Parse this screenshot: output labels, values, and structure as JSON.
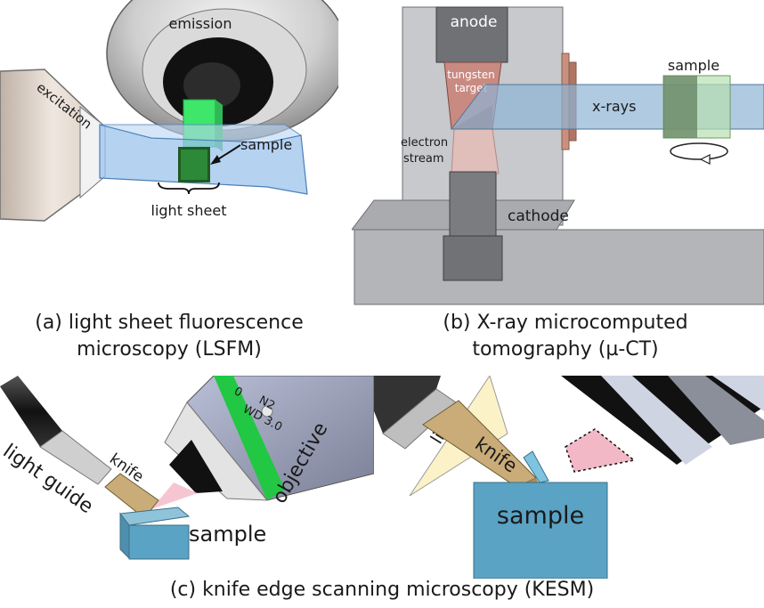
{
  "panel_a": {
    "emission": "emission",
    "excitation": "excitation",
    "sample": "sample",
    "light_sheet": "light sheet",
    "caption_line1": "(a) light sheet fluorescence",
    "caption_line2": "microscopy (LSFM)"
  },
  "panel_b": {
    "anode": "anode",
    "tungsten_target_line1": "tungsten",
    "tungsten_target_line2": "target",
    "electron_stream_line1": "electron",
    "electron_stream_line2": "stream",
    "cathode": "cathode",
    "xrays": "x-rays",
    "sample": "sample",
    "caption_line1": "(b) X-ray microcomputed",
    "caption_line2": "tomography (µ-CT)"
  },
  "panel_c": {
    "light_guide": "light guide",
    "knife_left": "knife",
    "sample_left": "sample",
    "objective": "objective",
    "objective_marking_1": "N2",
    "objective_marking_2": "WD 3.0",
    "objective_marking_3": "0",
    "light_right": "light",
    "knife_right": "knife",
    "sample_right": "sample",
    "caption": "(c) knife edge scanning microscopy (KESM)"
  },
  "colors": {
    "light_sheet_blue": "#9cc3ec",
    "emission_green": "#3ee66a",
    "tungsten_red": "#c98a82",
    "xray_blue": "#8fb4d6",
    "sample_blue": "#5aa3c4",
    "objective_stripe_green": "#22c744",
    "knife_tan": "#c9ac78",
    "cone_pink": "#f3b8c6",
    "cone_yellow": "#fbf2c8"
  }
}
